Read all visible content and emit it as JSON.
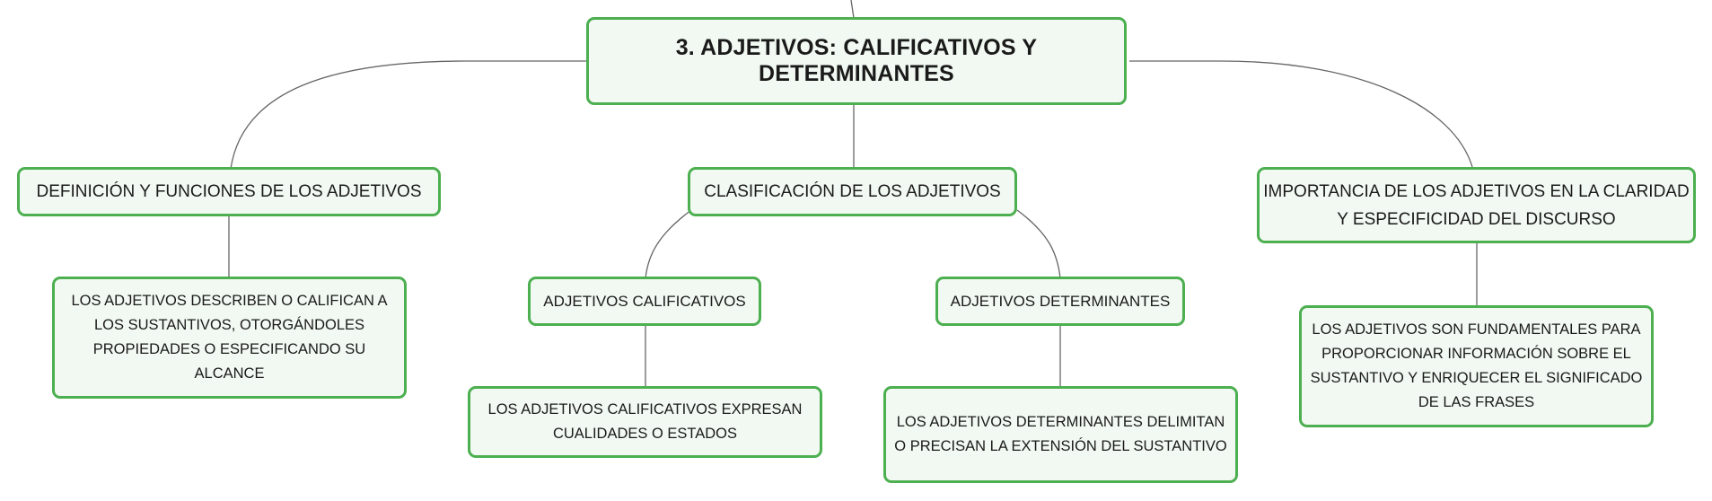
{
  "root": {
    "label": "3. ADJETIVOS: CALIFICATIVOS Y DETERMINANTES"
  },
  "branches": {
    "definicion": {
      "label": "DEFINICIÓN Y FUNCIONES DE LOS ADJETIVOS",
      "detail": "LOS ADJETIVOS DESCRIBEN O CALIFICAN A LOS SUSTANTIVOS, OTORGÁNDOLES PROPIEDADES O ESPECIFICANDO SU ALCANCE"
    },
    "clasificacion": {
      "label": "CLASIFICACIÓN DE LOS ADJETIVOS",
      "calificativos": {
        "label": "ADJETIVOS CALIFICATIVOS",
        "detail": "LOS ADJETIVOS CALIFICATIVOS EXPRESAN CUALIDADES O ESTADOS"
      },
      "determinantes": {
        "label": "ADJETIVOS DETERMINANTES",
        "detail": "LOS ADJETIVOS DETERMINANTES DELIMITAN O PRECISAN LA EXTENSIÓN DEL SUSTANTIVO"
      }
    },
    "importancia": {
      "label": "IMPORTANCIA DE LOS ADJETIVOS EN LA CLARIDAD Y ESPECIFICIDAD DEL DISCURSO",
      "detail": "LOS ADJETIVOS SON FUNDAMENTALES PARA PROPORCIONAR INFORMACIÓN SOBRE EL SUSTANTIVO Y ENRIQUECER EL SIGNIFICADO DE LAS FRASES"
    }
  },
  "colors": {
    "node_border": "#4caf50",
    "node_fill": "#f2f9f2",
    "connector": "#666666"
  }
}
